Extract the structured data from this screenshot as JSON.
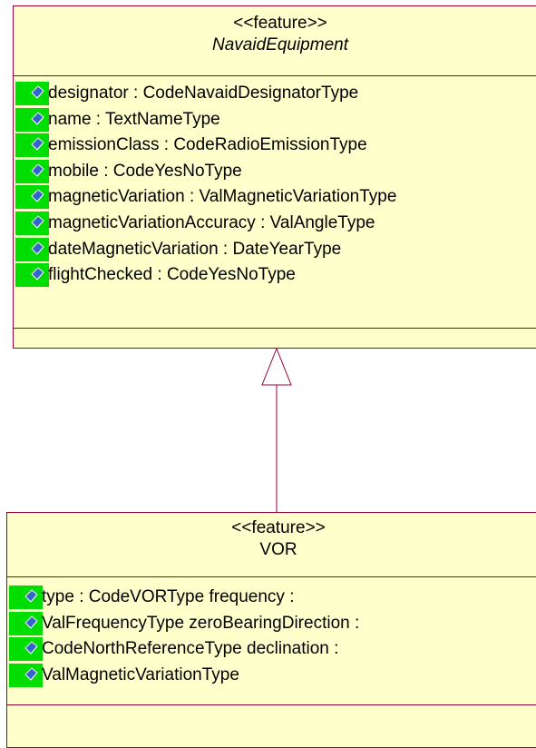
{
  "diagram": {
    "parent": {
      "stereotype": "<<feature>>",
      "name": "NavaidEquipment",
      "attributes": [
        "designator : CodeNavaidDesignatorType",
        "name : TextNameType",
        "emissionClass  : CodeRadioEmissionType",
        "mobile : CodeYesNoType",
        "magneticVariation  : ValMagneticVariationType",
        "magneticVariationAccuracy : ValAngleType",
        "dateMagneticVariation  : DateYearType",
        "flightChecked : CodeYesNoType"
      ]
    },
    "child": {
      "stereotype": "<<feature>>",
      "name": "VOR",
      "attributes": [
        "type : CodeVORType frequency :",
        "ValFrequencyType zeroBearingDirection  :",
        "CodeNorthReferenceType declination :",
        "ValMagneticVariationType"
      ]
    },
    "colors": {
      "box_fill": "#ffffcc",
      "box_border": "#990033",
      "icon_green": "#00dd00",
      "icon_blue": "#3366cc",
      "edge": "#990033"
    }
  }
}
